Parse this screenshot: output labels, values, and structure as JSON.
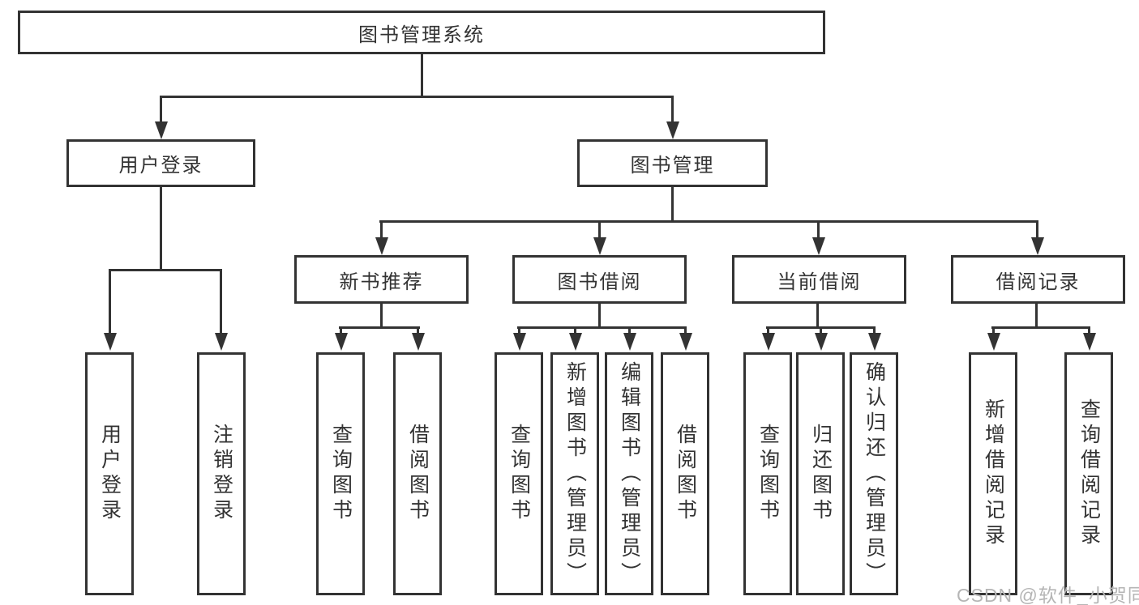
{
  "diagram": {
    "title": "图书管理系统",
    "root": {
      "label": "图书管理系统"
    },
    "level1": [
      {
        "label": "用户登录"
      },
      {
        "label": "图书管理"
      }
    ],
    "level2": [
      {
        "label": "新书推荐"
      },
      {
        "label": "图书借阅"
      },
      {
        "label": "当前借阅"
      },
      {
        "label": "借阅记录"
      }
    ],
    "leaves": {
      "user_login": [
        "用户登录",
        "注销登录"
      ],
      "new_book_recommend": [
        "查询图书",
        "借阅图书"
      ],
      "book_borrow": [
        "查询图书",
        "新增图书（管理员）",
        "编辑图书（管理员）",
        "借阅图书"
      ],
      "current_borrow": [
        "查询图书",
        "归还图书",
        "确认归还（管理员）"
      ],
      "borrow_records": [
        "新增借阅记录",
        "查询借阅记录"
      ]
    }
  },
  "watermark": {
    "text": "CSDN @软件_小贺同学"
  },
  "colors": {
    "line": "#333333",
    "text": "#333333",
    "box_background": "#ffffff",
    "watermark": "#b5b5b5",
    "background": "#ffffff"
  }
}
